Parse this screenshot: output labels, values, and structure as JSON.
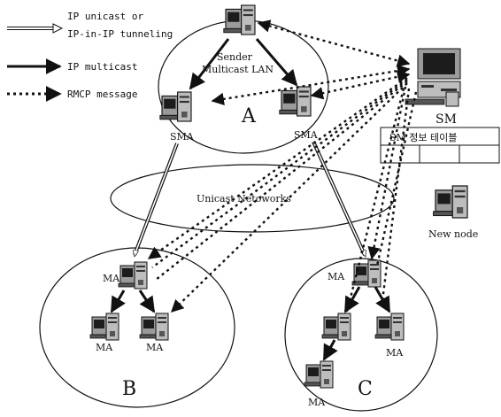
{
  "legend": {
    "unicast_line1": "IP unicast or",
    "unicast_line2": "IP-in-IP tunneling",
    "multicast": "IP multicast",
    "rmcp": "RMCP message"
  },
  "sender": {
    "line1": "Sender",
    "line2": "Multicast LAN"
  },
  "areas": {
    "a": "A",
    "b": "B",
    "c": "C"
  },
  "nodes": {
    "sma_left": "SMA",
    "sma_right": "SMA",
    "ma_b_top": "MA",
    "ma_b_left": "MA",
    "ma_b_right": "MA",
    "ma_c_top": "MA",
    "ma_c_right": "MA",
    "ma_c_bottom": "MA",
    "new_node": "New node"
  },
  "sm": {
    "label": "SM",
    "table_title": "SM 정보 테이블"
  },
  "unicast_cloud": "Unicast Netoworks",
  "colors": {
    "line": "#111111",
    "computer_body": "#8a8a8a",
    "computer_dark": "#2a2a2a",
    "screen": "#1a1a1a"
  }
}
